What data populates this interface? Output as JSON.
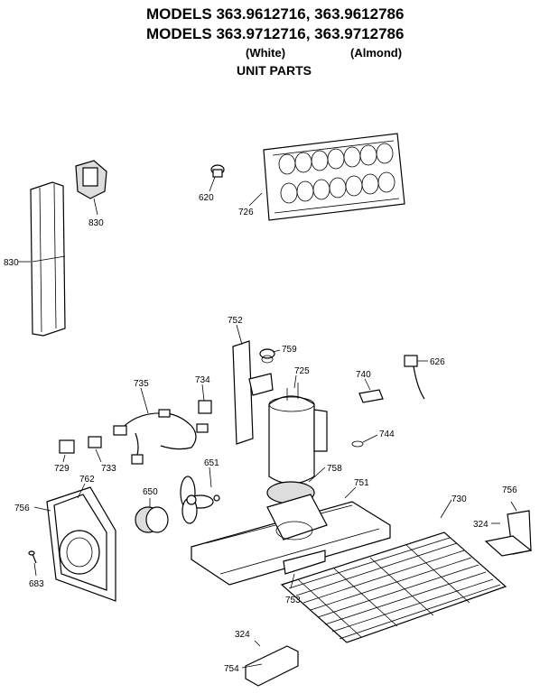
{
  "header": {
    "models_line1": "MODELS 363.9612716, 363.9612786",
    "models_line2": "MODELS 363.9712716, 363.9712786",
    "color_white": "(White)",
    "color_almond": "(Almond)",
    "section": "UNIT PARTS"
  },
  "parts": [
    {
      "id": "p830a",
      "number": "830"
    },
    {
      "id": "p830b",
      "number": "830"
    },
    {
      "id": "p620",
      "number": "620"
    },
    {
      "id": "p726",
      "number": "726"
    },
    {
      "id": "p752",
      "number": "752"
    },
    {
      "id": "p759",
      "number": "759"
    },
    {
      "id": "p725",
      "number": "725"
    },
    {
      "id": "p740",
      "number": "740"
    },
    {
      "id": "p626",
      "number": "626"
    },
    {
      "id": "p735",
      "number": "735"
    },
    {
      "id": "p734",
      "number": "734"
    },
    {
      "id": "p744",
      "number": "744"
    },
    {
      "id": "p729",
      "number": "729"
    },
    {
      "id": "p733",
      "number": "733"
    },
    {
      "id": "p651",
      "number": "651"
    },
    {
      "id": "p758",
      "number": "758"
    },
    {
      "id": "p751",
      "number": "751"
    },
    {
      "id": "p756a",
      "number": "756"
    },
    {
      "id": "p762",
      "number": "762"
    },
    {
      "id": "p650",
      "number": "650"
    },
    {
      "id": "p730",
      "number": "730"
    },
    {
      "id": "p756b",
      "number": "756"
    },
    {
      "id": "p324a",
      "number": "324"
    },
    {
      "id": "p683",
      "number": "683"
    },
    {
      "id": "p753",
      "number": "753"
    },
    {
      "id": "p324b",
      "number": "324"
    },
    {
      "id": "p754",
      "number": "754"
    }
  ]
}
